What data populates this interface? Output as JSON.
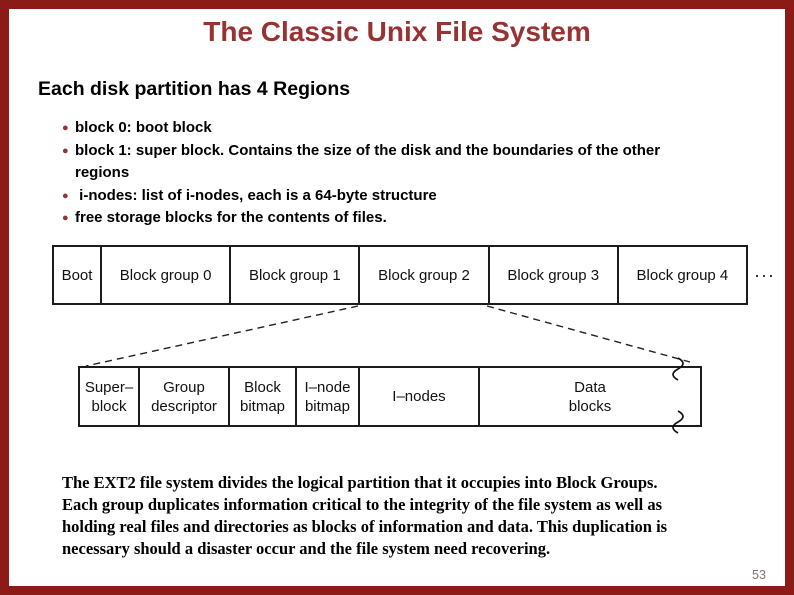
{
  "slide": {
    "title": "The Classic Unix File System",
    "heading": "Each disk partition has 4 Regions",
    "page_number": "53"
  },
  "bullets": {
    "marker": "●",
    "items": [
      "block 0: boot block",
      "block 1: super block. Contains the size of the disk and the boundaries of the other\nregions",
      " i-nodes: list of i-nodes, each is a 64-byte structure",
      "free storage blocks for the contents of files."
    ]
  },
  "diagram": {
    "partition_row": {
      "cells": [
        "Boot",
        "Block group 0",
        "Block group 1",
        "Block group 2",
        "Block group 3",
        "Block group 4"
      ],
      "ellipsis": "···"
    },
    "block_group_row": {
      "cells": [
        "Super–\nblock",
        "Group\ndescriptor",
        "Block\nbitmap",
        "I–node\nbitmap",
        "I–nodes",
        "Data\nblocks"
      ]
    }
  },
  "footer": {
    "text": "The EXT2 file system divides the logical partition that it occupies into Block Groups.\nEach group duplicates information critical to the integrity of the file system as well as\nholding real files and directories as blocks of information and data. This duplication is\nnecessary should a disaster occur and the file system need recovering."
  },
  "colors": {
    "accent_red": "#993333",
    "frame_red": "#8c1b18",
    "diagram_line": "#1c1c1c",
    "page_number": "#8a7272"
  }
}
